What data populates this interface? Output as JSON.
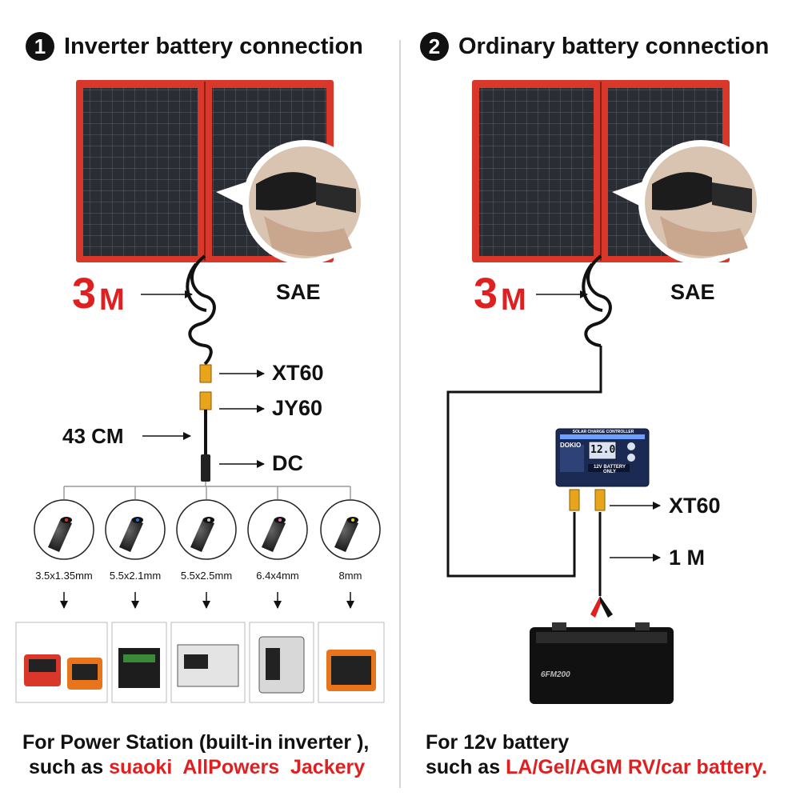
{
  "left": {
    "step": "1",
    "title": "Inverter battery connection",
    "length_number": "3",
    "length_unit": "M",
    "sae_label": "SAE",
    "xt60_label": "XT60",
    "jy60_label": "JY60",
    "cable_label": "43 CM",
    "dc_label": "DC",
    "tips": [
      {
        "size": "3.5x1.35mm",
        "tip_color": "#d9362b"
      },
      {
        "size": "5.5x2.1mm",
        "tip_color": "#2a6fd6"
      },
      {
        "size": "5.5x2.5mm",
        "tip_color": "#c9c9c9"
      },
      {
        "size": "6.4x4mm",
        "tip_color": "#d977b8"
      },
      {
        "size": "8mm",
        "tip_color": "#e8d21f"
      }
    ],
    "footer_line1": "For Power Station (built-in inverter ),",
    "footer_prefix": "such as",
    "footer_brands": "suaoki  AllPowers  Jackery"
  },
  "right": {
    "step": "2",
    "title": "Ordinary battery connection",
    "length_number": "3",
    "length_unit": "M",
    "sae_label": "SAE",
    "xt60_label": "XT60",
    "cable_label": "1 M",
    "controller": {
      "brand": "DOKIO",
      "header": "SOLAR CHARGE CONTROLLER",
      "display": "12.0",
      "battery_note": "12V BATTERY ONLY"
    },
    "battery_brand": "6FM200",
    "footer_line1": "For 12v battery",
    "footer_prefix": "such as",
    "footer_types": "LA/Gel/AGM RV/car battery."
  },
  "colors": {
    "accent_red": "#e02020",
    "connector_yellow": "#e8a51c",
    "panel_frame": "#d9372a"
  }
}
